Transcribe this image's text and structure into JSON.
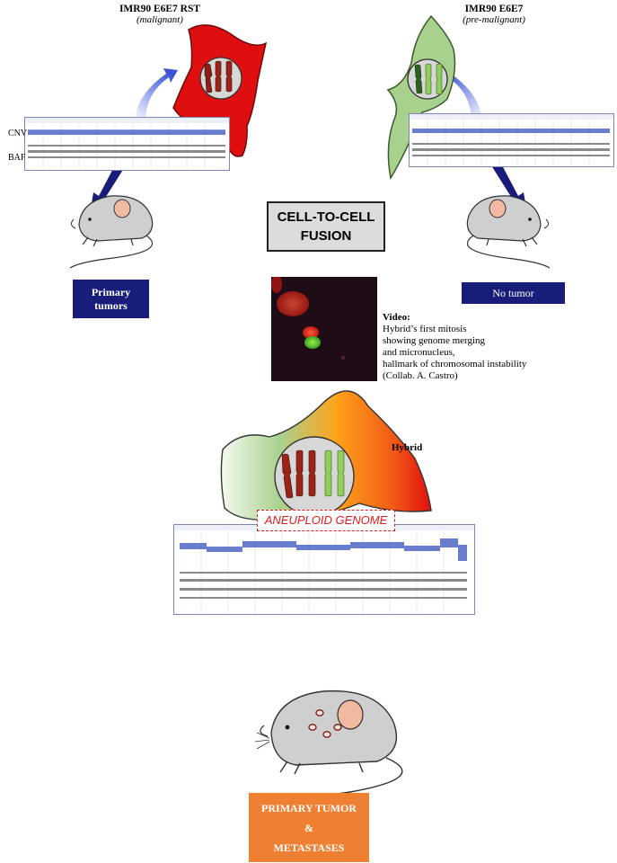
{
  "malignant_cell": {
    "title": "IMR90 E6E7 RST",
    "subtitle": "(malignant)",
    "color": "#e00f0f"
  },
  "premalignant_cell": {
    "title": "IMR90 E6E7",
    "subtitle": "(pre-malignant)",
    "color": "#a9d18e"
  },
  "cnv_label": "CNV",
  "baf_label": "BAF",
  "primary_tumors_box": {
    "line1": "Primary",
    "line2": "tumors",
    "color": "#171d79"
  },
  "no_tumor_box": {
    "label": "No tumor",
    "color": "#171d79"
  },
  "fusion_box": {
    "line1": "CELL-TO-CELL",
    "line2": "FUSION"
  },
  "video": {
    "heading": "Video:",
    "lines": [
      "Hybrid’s first mitosis",
      "showing genome merging",
      "and micronucleus,",
      "hallmark of chromosomal instability",
      "(Collab. A. Castro)"
    ]
  },
  "hybrid": {
    "label": "Hybrid"
  },
  "aneuploid_label": "ANEUPLOID GENOME",
  "result_box": {
    "line1": "PRIMARY TUMOR",
    "line2": "&",
    "line3": "METASTASES",
    "color": "#ef7f31"
  },
  "colors": {
    "cnv_blue": "#4f67c7",
    "baf_grey": "#8a8a8a",
    "chromosome_red": "#9b2318",
    "chromosome_green": "#8fcf5a"
  }
}
